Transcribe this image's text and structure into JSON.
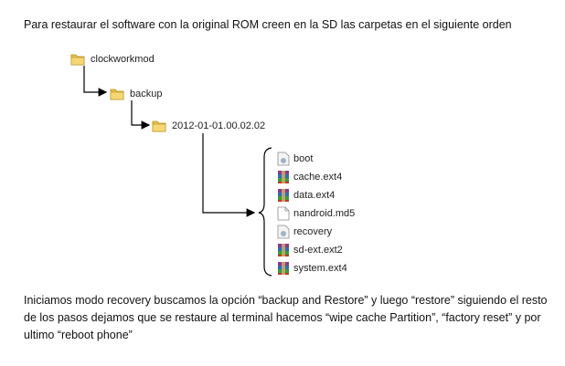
{
  "intro_text": "Para restaurar el software con la original ROM creen en la SD las carpetas en el siguiente orden",
  "folders": [
    {
      "label": "clockworkmod",
      "icon": "folder-icon"
    },
    {
      "label": "backup",
      "icon": "folder-icon"
    },
    {
      "label": "2012-01-01.00.02.02",
      "icon": "folder-icon"
    }
  ],
  "files": [
    {
      "label": "boot",
      "icon": "image-file-icon"
    },
    {
      "label": "cache.ext4",
      "icon": "archive-icon"
    },
    {
      "label": "data.ext4",
      "icon": "archive-icon"
    },
    {
      "label": "nandroid.md5",
      "icon": "text-file-icon"
    },
    {
      "label": "recovery",
      "icon": "image-file-icon"
    },
    {
      "label": "sd-ext.ext2",
      "icon": "archive-icon"
    },
    {
      "label": "system.ext4",
      "icon": "archive-icon"
    }
  ],
  "outro_text": "Iniciamos modo recovery buscamos la opción  “backup and Restore” y luego “restore” siguiendo el resto de los pasos dejamos que se restaure al terminal hacemos “wipe cache Partition”, “factory reset” y por ultimo “reboot phone”"
}
